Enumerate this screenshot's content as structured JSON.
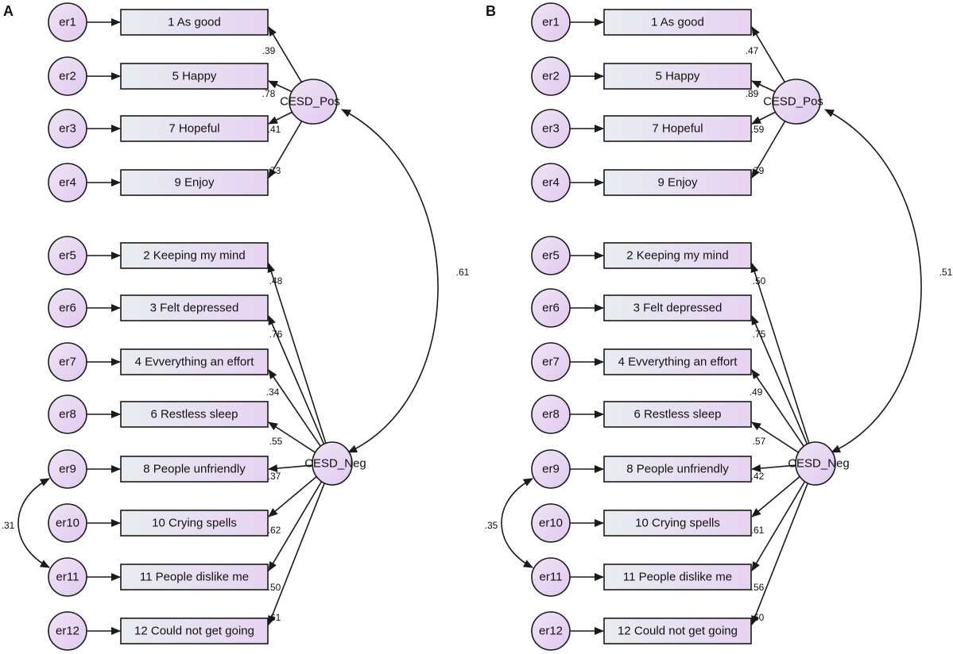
{
  "colors": {
    "fill_light": "#e8edf0",
    "fill_pink": "#e6d3f2",
    "stroke": "#1a1a1a",
    "line": "#1a1a1a",
    "background": "#ffffff"
  },
  "panels": [
    {
      "label": "A",
      "latents": {
        "pos": "CESD_Pos",
        "neg": "CESD_Neg"
      },
      "errors": [
        "er1",
        "er2",
        "er3",
        "er4",
        "er5",
        "er6",
        "er7",
        "er8",
        "er9",
        "er10",
        "er11",
        "er12"
      ],
      "items": [
        "1 As good",
        "5 Happy",
        "7 Hopeful",
        "9 Enjoy",
        "2 Keeping my mind",
        "3 Felt depressed",
        "4 Evverything an effort",
        "6 Restless sleep",
        "8 People unfriendly",
        "10 Crying spells",
        "11 People dislike me",
        "12 Could not get going"
      ],
      "loadings": [
        ".39",
        ".78",
        ".41",
        ".73",
        ".48",
        ".76",
        ".34",
        ".55",
        ".37",
        ".62",
        ".50",
        ".61"
      ],
      "factor_correlation": ".61",
      "error_covariance": ".31"
    },
    {
      "label": "B",
      "latents": {
        "pos": "CESD_Pos",
        "neg": "CESD_Neg"
      },
      "errors": [
        "er1",
        "er2",
        "er3",
        "er4",
        "er5",
        "er6",
        "er7",
        "er8",
        "er9",
        "er10",
        "er11",
        "er12"
      ],
      "items": [
        "1 As good",
        "5 Happy",
        "7 Hopeful",
        "9 Enjoy",
        "2 Keeping my mind",
        "3 Felt depressed",
        "4 Evverything an effort",
        "6 Restless sleep",
        "8 People unfriendly",
        "10 Crying spells",
        "11 People dislike me",
        "12 Could not get going"
      ],
      "loadings": [
        ".47",
        ".89",
        ".59",
        ".79",
        ".50",
        ".75",
        ".49",
        ".57",
        ".42",
        ".61",
        ".56",
        ".60"
      ],
      "factor_correlation": ".51",
      "error_covariance": ".35"
    }
  ]
}
